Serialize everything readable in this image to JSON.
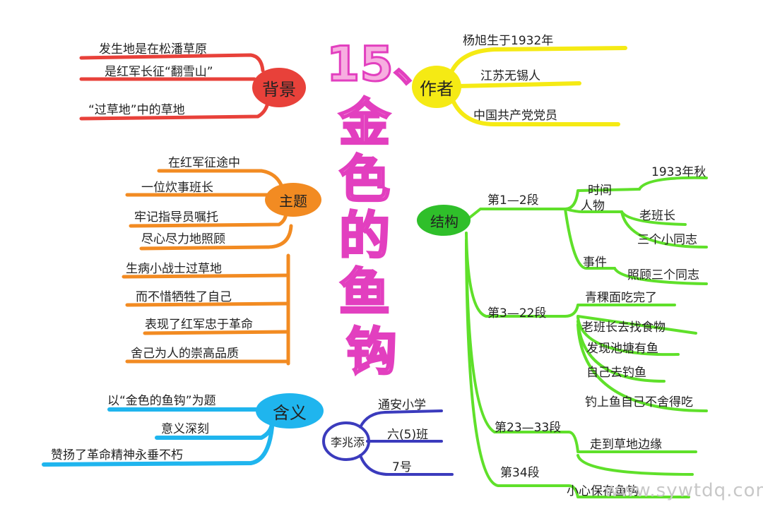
{
  "title": {
    "number": "15、",
    "chars": [
      "金",
      "色",
      "的",
      "鱼",
      "钩"
    ]
  },
  "colors": {
    "background": "#c0392b",
    "author": "#f5ea14",
    "theme": "#f28b22",
    "meaning": "#1fb5ee",
    "structure": "#5fe02a",
    "character": "#3b3bbd",
    "title": "#e23fbf"
  },
  "background": {
    "label": "背景",
    "items": [
      "发生地是在松潘草原",
      "是红军长征“翻雪山”",
      "“过草地”中的草地"
    ]
  },
  "author": {
    "label": "作者",
    "items": [
      "杨旭生于1932年",
      "江苏无锡人",
      "中国共产党党员"
    ]
  },
  "theme": {
    "label": "主题",
    "items": [
      "在红军征途中",
      "一位炊事班长",
      "牢记指导员嘱托",
      "尽心尽力地照顾",
      "生病小战士过草地",
      "而不惜牺牲了自己",
      "表现了红军忠于革命",
      "舍己为人的崇高品质"
    ]
  },
  "meaning": {
    "label": "含义",
    "items": [
      "以“金色的鱼钩”为题",
      "意义深刻",
      "赞扬了革命精神永垂不朽"
    ]
  },
  "character": {
    "label": "李兆添",
    "items": [
      "通安小学",
      "六(5)班",
      "7号"
    ]
  },
  "structure": {
    "label": "结构",
    "sections": [
      {
        "label": "第1—2段",
        "groups": [
          {
            "label": "时间",
            "items": [
              "1933年秋"
            ]
          },
          {
            "label": "人物",
            "items": [
              "老班长",
              "三个小同志"
            ]
          },
          {
            "label": "事件",
            "items": [
              "照顾三个同志"
            ]
          }
        ]
      },
      {
        "label": "第3—22段",
        "items": [
          "青稞面吃完了",
          "老班长去找食物",
          "发现池塘有鱼",
          "自己去钓鱼",
          "钓上鱼自己不舍得吃"
        ]
      },
      {
        "label": "第23—33段",
        "items": [
          "走到草地边缘"
        ]
      },
      {
        "label": "第34段",
        "items": [
          "小心保存鱼钩"
        ]
      }
    ]
  },
  "watermark": "www.sywtdq.com"
}
